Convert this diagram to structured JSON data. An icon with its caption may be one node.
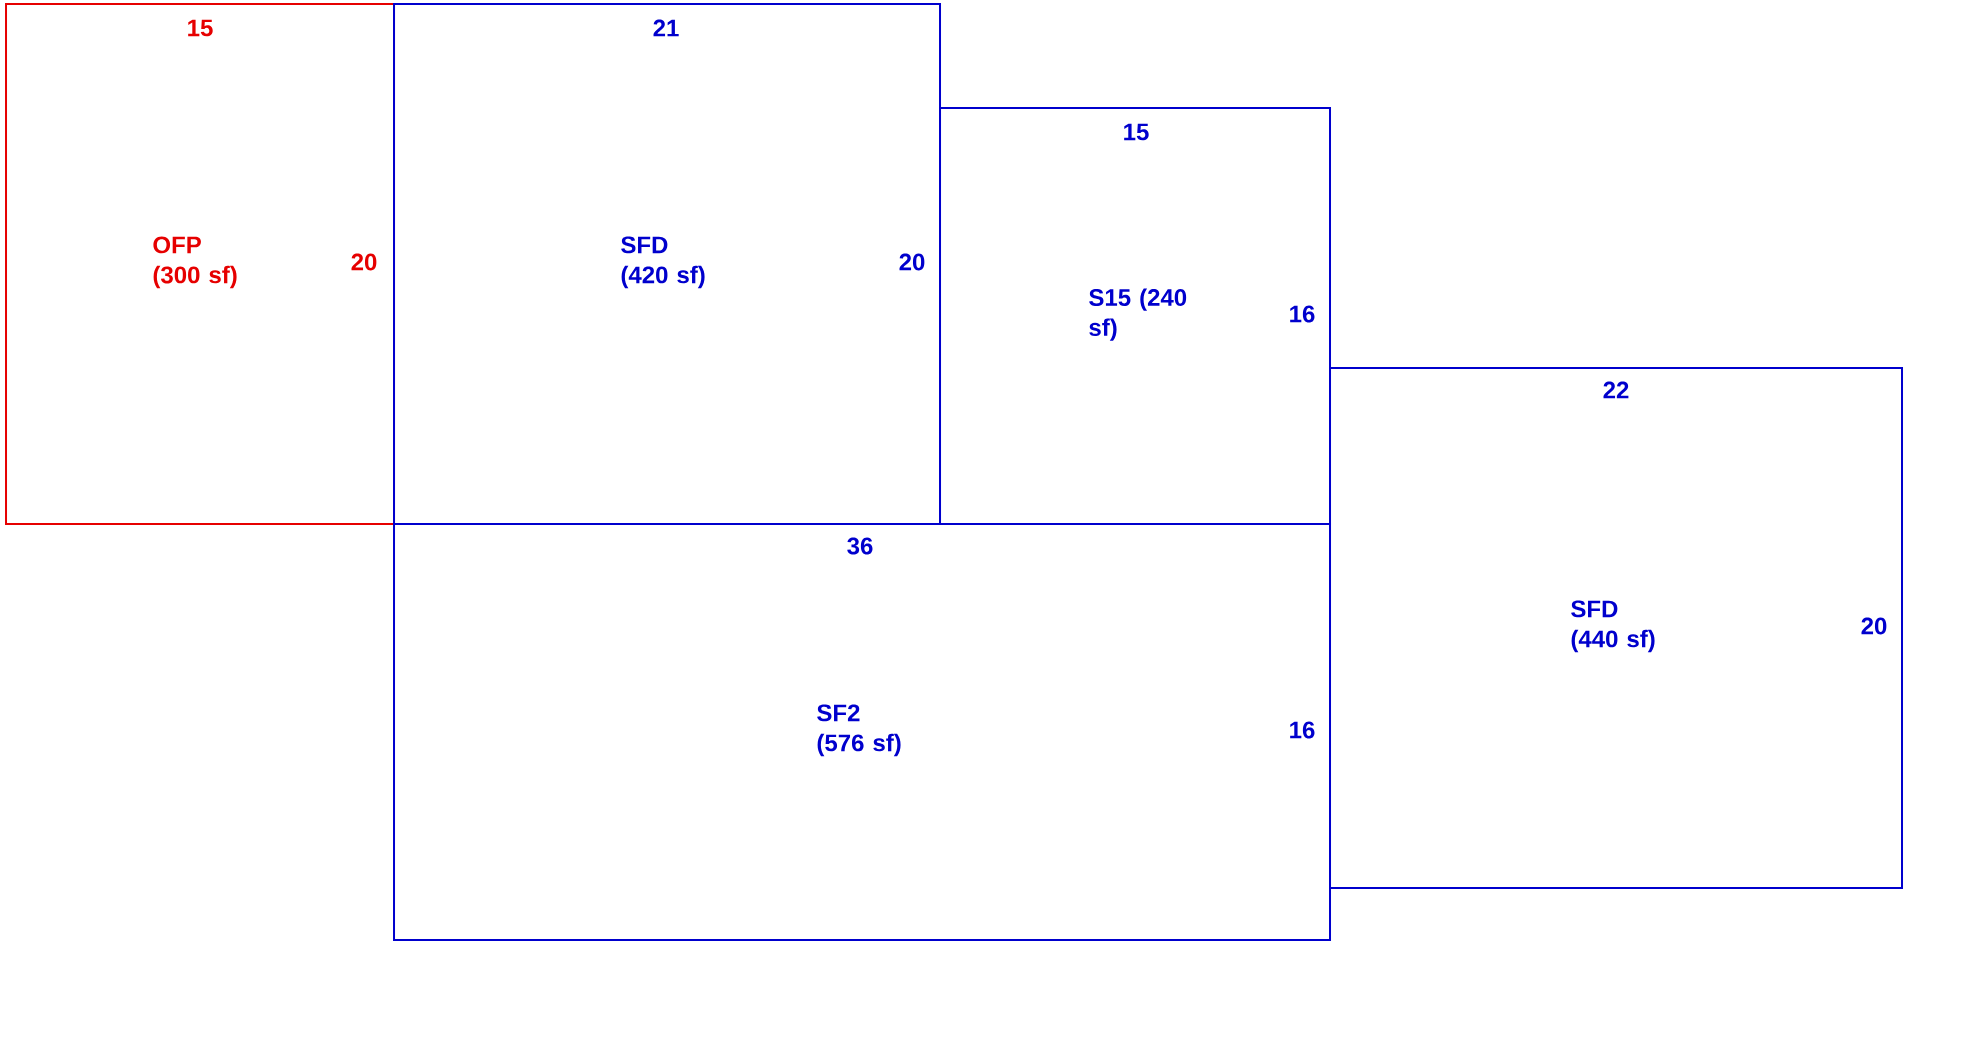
{
  "diagram": {
    "nodes": [
      {
        "text": [
          "15",
          "OFP (300 sf)",
          "20"
        ]
      },
      {
        "text": [
          "21",
          "SFD (420 sf)",
          "20"
        ]
      },
      {
        "text": [
          "15",
          "S15 (240 sf)",
          "16"
        ]
      },
      {
        "text": [
          "36",
          "SF2 (576 sf)",
          "16"
        ]
      },
      {
        "text": [
          "22",
          "SFD (440 sf)",
          "20"
        ]
      }
    ]
  }
}
